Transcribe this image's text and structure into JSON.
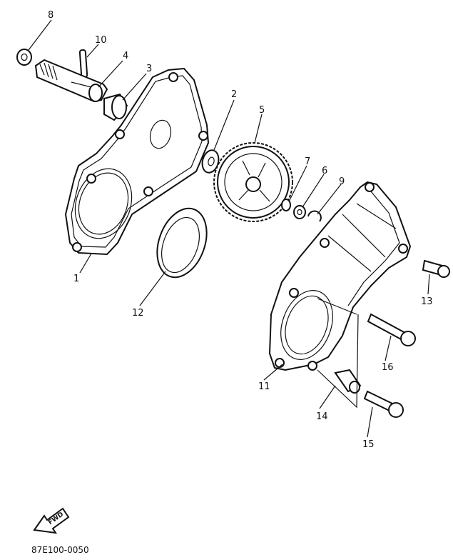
{
  "callouts": {
    "c1": "1",
    "c2": "2",
    "c3": "3",
    "c4": "4",
    "c5": "5",
    "c6": "6",
    "c7": "7",
    "c8": "8",
    "c9": "9",
    "c10": "10",
    "c11": "11",
    "c12": "12",
    "c13": "13",
    "c14": "14",
    "c15": "15",
    "c16": "16"
  },
  "fwd_label": "FWD",
  "drawing_code": "87E100-0050"
}
